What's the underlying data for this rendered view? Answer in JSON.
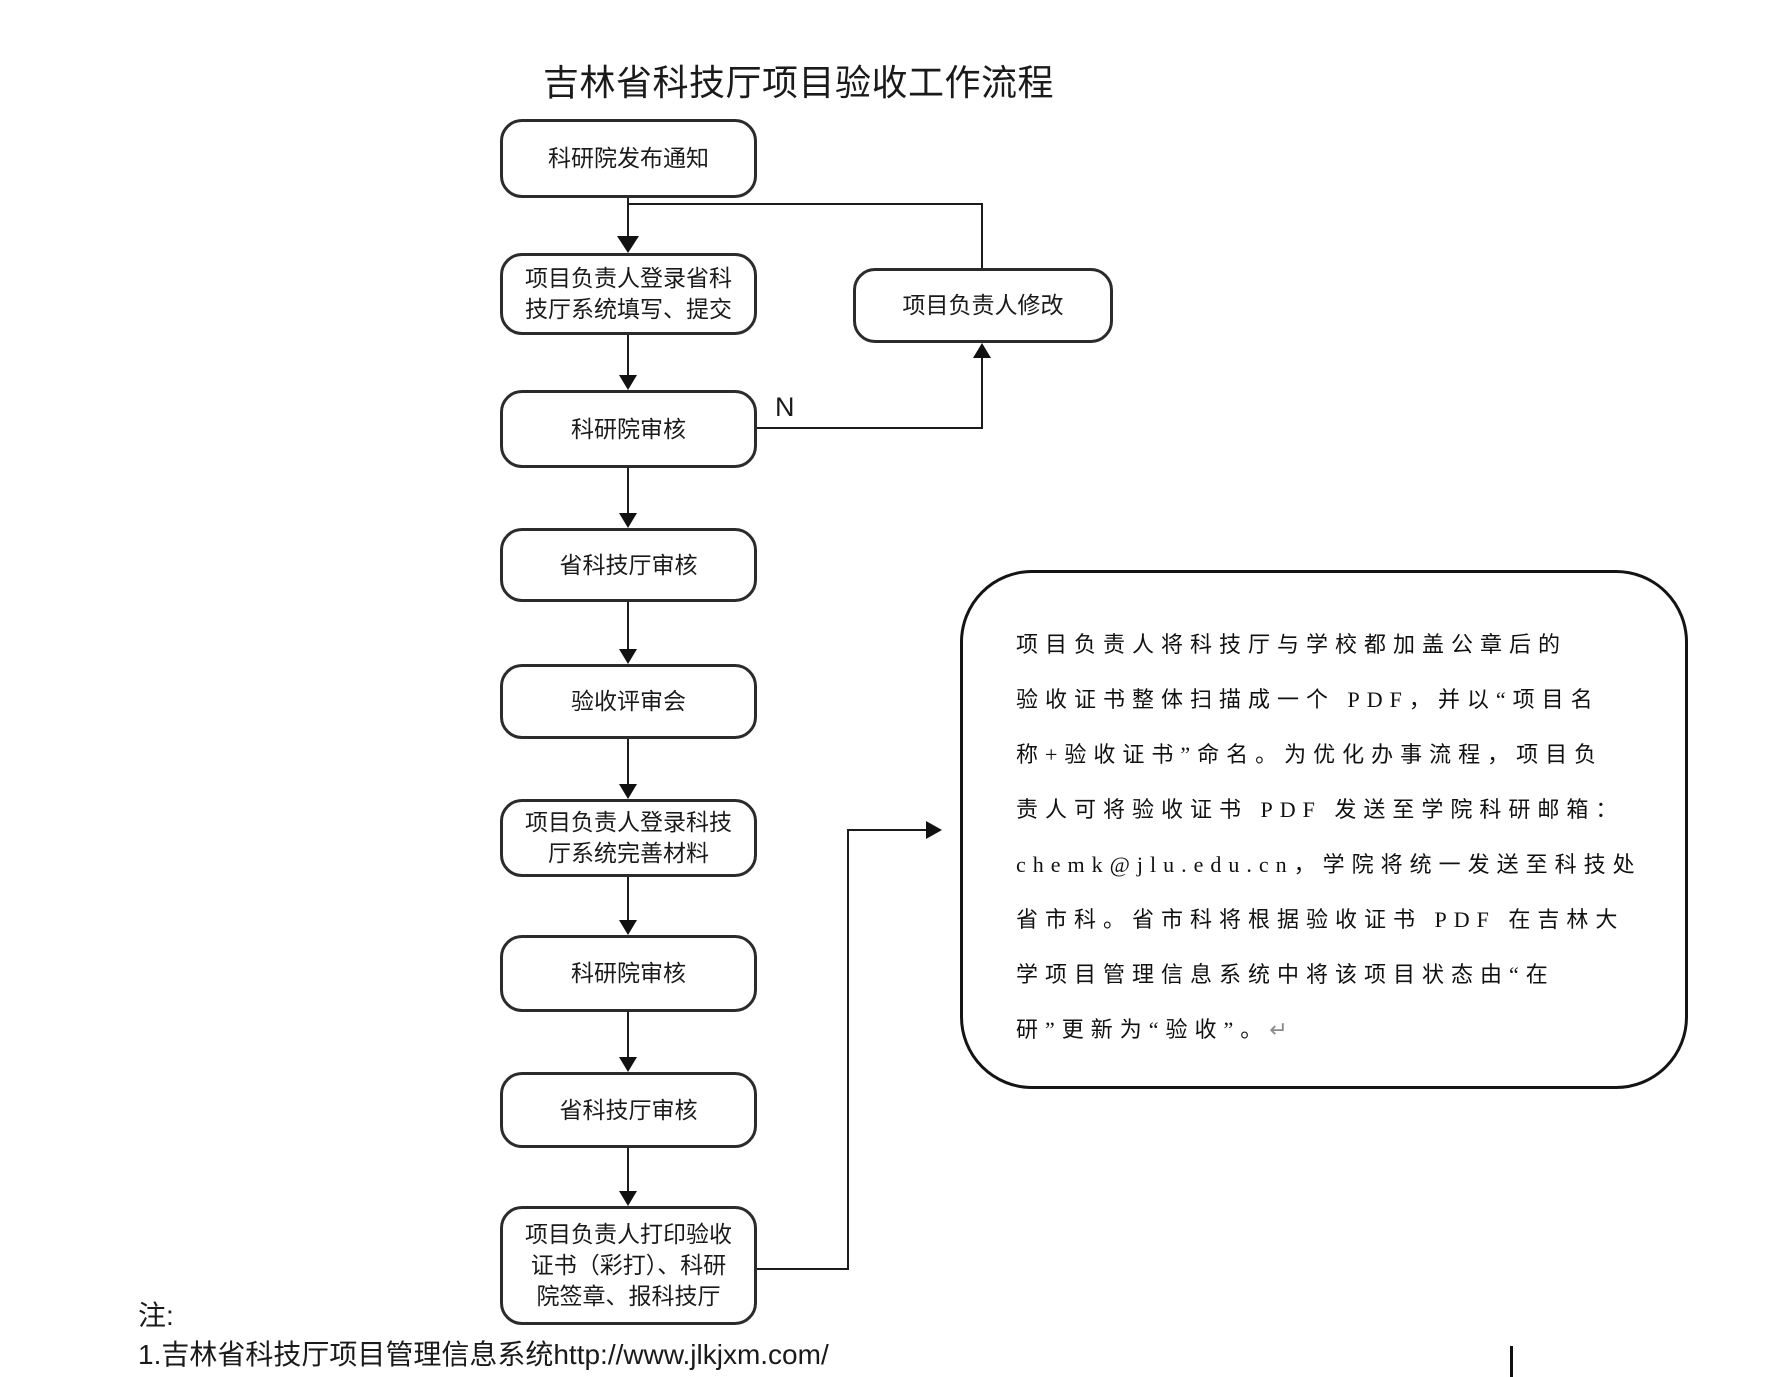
{
  "title": "吉林省科技厅项目验收工作流程",
  "flow": {
    "nodes": [
      {
        "label": "科研院发布通知"
      },
      {
        "label": "项目负责人登录省科\n技厅系统填写、提交"
      },
      {
        "label": "科研院审核"
      },
      {
        "label": "省科技厅审核"
      },
      {
        "label": "验收评审会"
      },
      {
        "label": "项目负责人登录科技\n厅系统完善材料"
      },
      {
        "label": "科研院审核"
      },
      {
        "label": "省科技厅审核"
      },
      {
        "label": "项目负责人打印验收\n证书（彩打）、科研\n院签章、报科技厅"
      }
    ],
    "revise_node": {
      "label": "项目负责人修改"
    },
    "branch_no_label": "N"
  },
  "callout": {
    "lines": [
      "项目负责人将科技厅与学校都加盖公章后的",
      "验收证书整体扫描成一个 PDF，并以“项目名",
      "称+验收证书”命名。为优化办事流程，项目负",
      "责人可将验收证书 PDF 发送至学院科研邮箱：",
      "chemk@jlu.edu.cn，学院将统一发送至科技处",
      "省市科。省市科将根据验收证书 PDF 在吉林大",
      "学项目管理信息系统中将该项目状态由“在",
      "研”更新为“验收”。"
    ],
    "return_mark": "↵"
  },
  "notes": {
    "heading": "注:",
    "items": [
      "1.吉林省科技厅项目管理信息系统http://www.jlkjxm.com/"
    ]
  }
}
